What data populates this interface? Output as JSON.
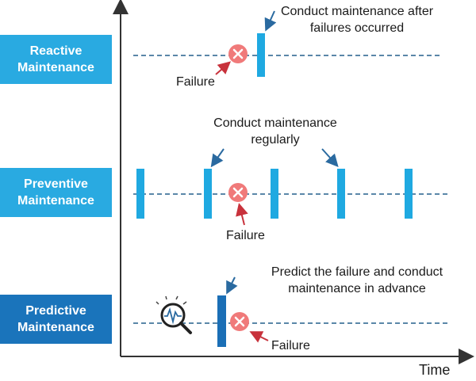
{
  "rows": {
    "reactive": {
      "label": "Reactive\nMaintenance",
      "note": "Conduct maintenance after\nfailures occurred",
      "failure_label": "Failure"
    },
    "preventive": {
      "label": "Preventive\nMaintenance",
      "note": "Conduct maintenance\nregularly",
      "failure_label": "Failure"
    },
    "predictive": {
      "label": "Predictive\nMaintenance",
      "note": "Predict the failure and conduct\nmaintenance in advance",
      "failure_label": "Failure"
    }
  },
  "axis": {
    "x_label": "Time"
  },
  "colors": {
    "label_light": "#29aae1",
    "label_dark": "#1a74bb",
    "bar_light": "#1fa9e1",
    "bar_dark": "#1b6fb6",
    "timeline": "#5a87a8",
    "failure_fill": "#f07a7a",
    "arrow_red": "#c8323c",
    "arrow_blue": "#2a6aa0"
  },
  "icons": {
    "failure": "x-circle-icon",
    "inspect": "magnifier-icon"
  }
}
